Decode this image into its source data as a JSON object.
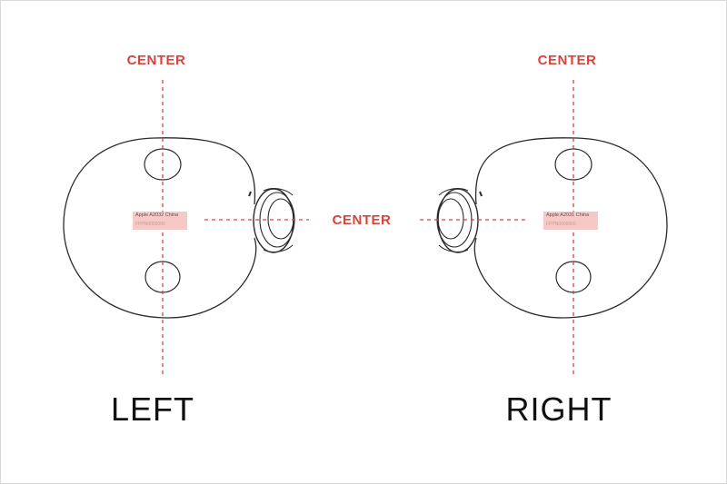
{
  "labels": {
    "center_left": "CENTER",
    "center_middle": "CENTER",
    "center_right": "CENTER",
    "left": "LEFT",
    "right": "RIGHT"
  },
  "left_tag": {
    "line1": "Apple A2032 China",
    "line2": "FPPN0000000"
  },
  "right_tag": {
    "line1": "Apple A2031 China",
    "line2": "FPPN0000000"
  },
  "colors": {
    "center_line": "#d8443c",
    "outline": "#2a2a2a",
    "tag_bg": "#f6c9c6"
  }
}
